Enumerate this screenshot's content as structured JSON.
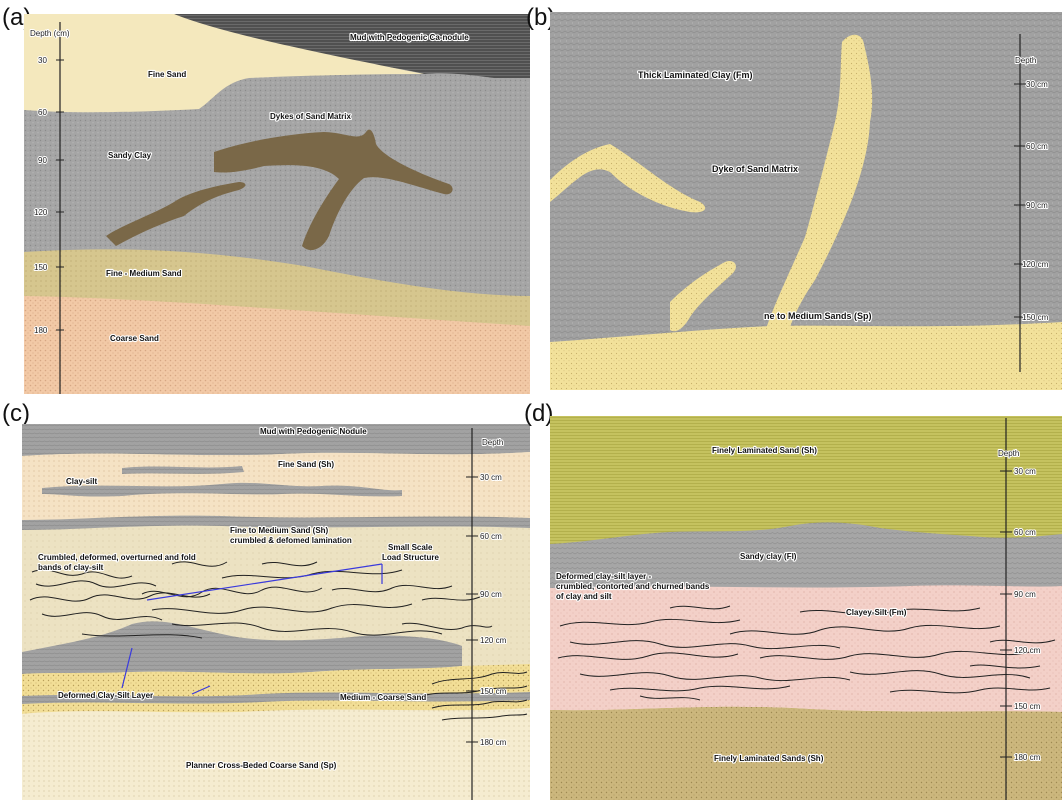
{
  "panels": {
    "a": {
      "label": "(a)",
      "axis_title": "Depth (cm)",
      "ticks": [
        "30",
        "60",
        "90",
        "120",
        "150",
        "180"
      ],
      "units": {
        "mud": "Mud with Pedogenic Ca-nodule",
        "fine_sand": "Fine Sand",
        "dykes": "Dykes of Sand Matrix",
        "sandy_clay": "Sandy Clay",
        "fine_medium": "Fine - Medium Sand",
        "coarse": "Coarse Sand"
      }
    },
    "b": {
      "label": "(b)",
      "axis_title": "Depth",
      "ticks": [
        "30 cm",
        "60 cm",
        "90 cm",
        "120 cm",
        "150 cm"
      ],
      "units": {
        "clay": "Thick Laminated Clay (Fm)",
        "dyke": "Dyke of Sand Matrix",
        "sands": "ne to Medium Sands (Sp)"
      }
    },
    "c": {
      "label": "(c)",
      "axis_title": "Depth",
      "ticks": [
        "30 cm",
        "60 cm",
        "90 cm",
        "120 cm",
        "150 cm",
        "180 cm"
      ],
      "units": {
        "mud": "Mud with Pedogenic Nodule",
        "fine_sand": "Fine Sand (Sh)",
        "clay_silt": "Clay-silt",
        "fine_medium_1": "Fine to Medium Sand (Sh)",
        "fine_medium_2": "crumbled & defomed lamination",
        "crumbled_1": "Crumbled, deformed, overturned and fold",
        "crumbled_2": "bands of clay-silt",
        "load_1": "Small Scale",
        "load_2": "Load Structure",
        "deformed": "Deformed Clay-Silt Layer",
        "medium_coarse": "Medium -  Coarse Sand",
        "planner": "Planner Cross-Beded Coarse Sand (Sp)"
      }
    },
    "d": {
      "label": "(d)",
      "axis_title": "Depth",
      "ticks": [
        "30 cm",
        "60 cm",
        "90 cm",
        "120 cm",
        "150 cm",
        "180 cm"
      ],
      "units": {
        "finely_lam": "Finely Laminated Sand (Sh)",
        "sandy_clay": "Sandy clay (Fl)",
        "deformed_1": "Deformed clay-silt layer -",
        "deformed_2": "crumbled, contorted and churned bands",
        "deformed_3": "of clay and silt",
        "clayey_silt": "Clayey-Silt (Fm)",
        "finely_lams": "Finely Laminated Sands (Sh)"
      }
    }
  },
  "colors": {
    "mud_dark": "#595959",
    "clay_grey": "#a3a3a3",
    "fine_sand_cream": "#f4e8bd",
    "sand_tan": "#d8c890",
    "coarse_peach": "#f0c8a4",
    "dyke_brown": "#7a6848",
    "sand_yellow": "#f2e19a",
    "olive": "#c4c15e",
    "pink": "#f2cfc7",
    "khaki": "#cbb77d"
  }
}
